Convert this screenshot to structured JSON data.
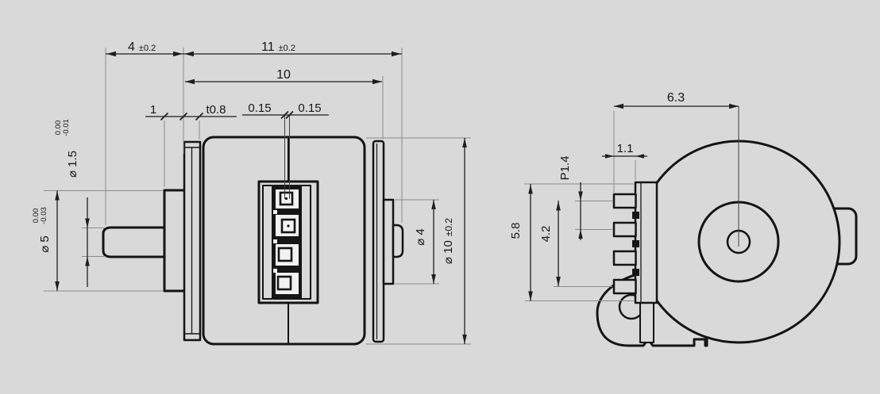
{
  "colors": {
    "background": "#d9d9d9",
    "outline": "#141414",
    "dimension": "#1e1e1e",
    "extension": "#8c8c8c",
    "pad_fill": "#f2f2f2"
  },
  "side_view": {
    "length_dims": {
      "shaft_protrusion": {
        "value": "4",
        "tolerance": "±0.2"
      },
      "overall": {
        "value": "11",
        "tolerance": "±0.2"
      },
      "body": {
        "value": "10"
      },
      "pilot_boss": {
        "value": "1"
      },
      "flange_thickness": {
        "value": "t0.8"
      },
      "seam_offset_left": {
        "value": "0.15"
      },
      "seam_offset_right": {
        "value": "0.15"
      }
    },
    "diameter_dims": {
      "shaft": {
        "value": "⌀ 1.5",
        "tol_upper": "0.00",
        "tol_lower": "-0.01"
      },
      "pilot_boss": {
        "value": "⌀ 5",
        "tol_upper": "0.00",
        "tol_lower": "-0.03"
      },
      "rear_boss": {
        "value": "⌀ 4"
      },
      "body": {
        "value": "⌀ 10",
        "tolerance": "±0.2"
      }
    }
  },
  "front_view": {
    "dims": {
      "center_to_terminals": "6.3",
      "terminal_length": "1.1",
      "terminal_pitch": "P1.4",
      "terminal_block_height": "5.8",
      "terminal_span": "4.2"
    }
  }
}
